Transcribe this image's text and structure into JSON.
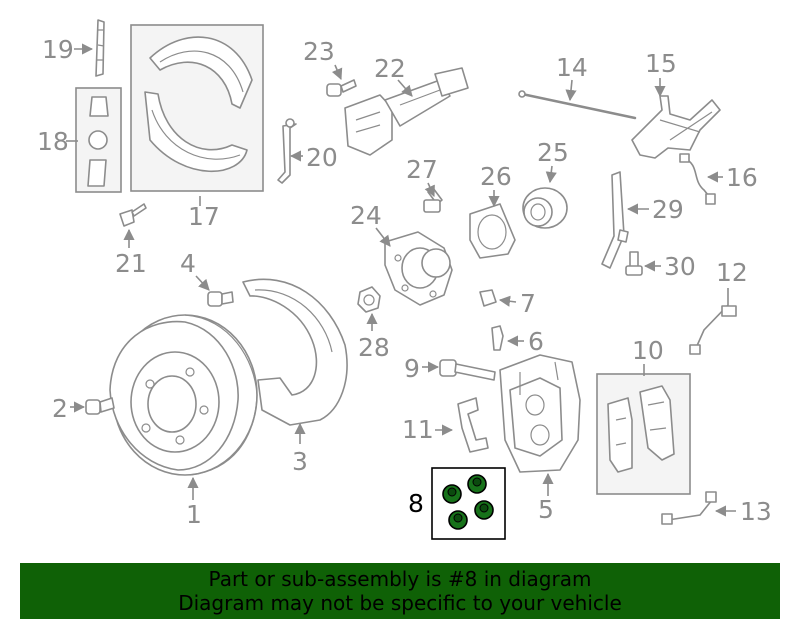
{
  "labels": {
    "c1": "1",
    "c2": "2",
    "c3": "3",
    "c4": "4",
    "c5": "5",
    "c6": "6",
    "c7": "7",
    "c8": "8",
    "c9": "9",
    "c10": "10",
    "c11": "11",
    "c12": "12",
    "c13": "13",
    "c14": "14",
    "c15": "15",
    "c16": "16",
    "c17": "17",
    "c18": "18",
    "c19": "19",
    "c20": "20",
    "c21": "21",
    "c22": "22",
    "c23": "23",
    "c24": "24",
    "c25": "25",
    "c26": "26",
    "c27": "27",
    "c28": "28",
    "c29": "29",
    "c30": "30"
  },
  "highlight": {
    "part": "8",
    "color": "#17721a"
  },
  "banner": {
    "line1": "Part or sub-assembly is #8 in diagram",
    "line2": "Diagram may not be specific to your vehicle",
    "background": "#0f6106"
  }
}
